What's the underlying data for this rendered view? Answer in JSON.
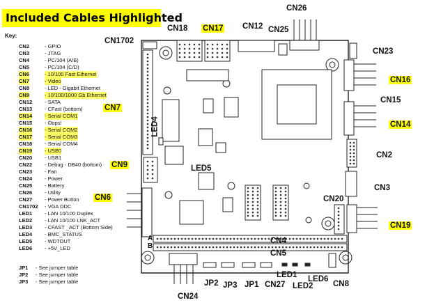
{
  "title": "Included Cables Highlighted",
  "key_heading": "Key:",
  "key": [
    {
      "code": "CN2",
      "desc": "- GPIO",
      "hl": false
    },
    {
      "code": "CN3",
      "desc": "- JTAG",
      "hl": false
    },
    {
      "code": "CN4",
      "desc": "- PC/104 (A/B)",
      "hl": false
    },
    {
      "code": "CN5",
      "desc": "- PC/104 (C/D)",
      "hl": false
    },
    {
      "code": "CN6",
      "desc": "- 10/100 Fast Ethernet",
      "hl": true
    },
    {
      "code": "CN7",
      "desc": "- Video",
      "hl": true
    },
    {
      "code": "CN8",
      "desc": "- LED - Gigabit Ethernet",
      "hl": false
    },
    {
      "code": "CN9",
      "desc": "- 10/100/1000 Gb Ethernet",
      "hl": true
    },
    {
      "code": "CN12",
      "desc": "- SATA",
      "hl": false
    },
    {
      "code": "CN13",
      "desc": "- CFast (bottom)",
      "hl": false
    },
    {
      "code": "CN14",
      "desc": "- Serial COM1",
      "hl": true
    },
    {
      "code": "CN15",
      "desc": "- Oops!",
      "hl": false
    },
    {
      "code": "CN16",
      "desc": "- Serial COM2",
      "hl": true
    },
    {
      "code": "CN17",
      "desc": "- Serial COM3",
      "hl": true
    },
    {
      "code": "CN18",
      "desc": "- Serial COM4",
      "hl": false
    },
    {
      "code": "CN19",
      "desc": "- USB0",
      "hl": true
    },
    {
      "code": "CN20",
      "desc": "- USB1",
      "hl": false
    },
    {
      "code": "CN22",
      "desc": "- Debug - DB40 (bottom)",
      "hl": false
    },
    {
      "code": "CN23",
      "desc": "- Fan",
      "hl": false
    },
    {
      "code": "CN24",
      "desc": "- Power",
      "hl": false
    },
    {
      "code": "CN25",
      "desc": "- Battery",
      "hl": false
    },
    {
      "code": "CN26",
      "desc": "- Utility",
      "hl": false
    },
    {
      "code": "CN27",
      "desc": "- Power Button",
      "hl": false
    },
    {
      "code": "CN1702",
      "desc": "- VGA DDC",
      "hl": false
    },
    {
      "code": "LED1",
      "desc": "- LAN 10/100 Duplex",
      "hl": false
    },
    {
      "code": "LED2",
      "desc": "- LAN 10/100 LNK_ACT",
      "hl": false
    },
    {
      "code": "LED3",
      "desc": "- CFAST _ACT (Bottom Side)",
      "hl": false
    },
    {
      "code": "LED4",
      "desc": "- BMC_STATUS",
      "hl": false
    },
    {
      "code": "LED5",
      "desc": "- WDTOUT",
      "hl": false
    },
    {
      "code": "LED6",
      "desc": "- +5V_LED",
      "hl": false
    }
  ],
  "jumpers": [
    {
      "code": "JP1",
      "desc": "- See jumper table"
    },
    {
      "code": "JP2",
      "desc": "- See jumper table"
    },
    {
      "code": "JP3",
      "desc": "- See jumper table"
    }
  ],
  "labels": {
    "cn26": "CN26",
    "cn18": "CN18",
    "cn17": "CN17",
    "cn12": "CN12",
    "cn25": "CN25",
    "cn1702": "CN1702",
    "cn23": "CN23",
    "cn16": "CN16",
    "cn15": "CN15",
    "cn14": "CN14",
    "cn7": "CN7",
    "led4": "LED4",
    "cn2": "CN2",
    "cn9": "CN9",
    "led5": "LED5",
    "cn3": "CN3",
    "cn6": "CN6",
    "cn20": "CN20",
    "cn19": "CN19",
    "row_a": "A",
    "row_b": "B",
    "cn4": "CN4",
    "cn5": "CN5",
    "led1": "LED1",
    "led2": "LED2",
    "led6": "LED6",
    "jp2": "JP2",
    "jp3": "JP3",
    "jp1": "JP1",
    "cn27": "CN27",
    "cn8": "CN8",
    "cn24": "CN24"
  },
  "colors": {
    "highlight": "#ffff00",
    "board_outline": "#222222",
    "component": "#333333"
  }
}
